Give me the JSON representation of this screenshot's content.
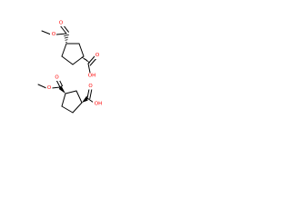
{
  "molecules": [
    {
      "stereo": "trans",
      "labels": {
        "ester_carbonyl_o": "O",
        "ester_ether_o": "O",
        "acid_carbonyl_o": "O",
        "acid_hydroxyl": "OH"
      }
    },
    {
      "stereo": "cis",
      "labels": {
        "ester_carbonyl_o": "O",
        "ester_ether_o": "O",
        "acid_carbonyl_o": "O",
        "acid_hydroxyl": "OH"
      }
    }
  ],
  "colors": {
    "bond": "#000000",
    "heteroatom_oxygen": "#ff0000"
  }
}
